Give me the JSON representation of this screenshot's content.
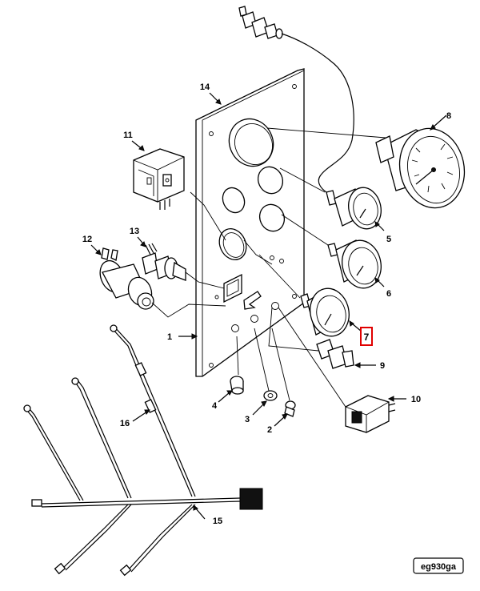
{
  "diagram": {
    "figure_id": "eg930ga",
    "highlight_color": "#e00000",
    "callouts": [
      {
        "number": "1",
        "part": "instrument-panel-assembly"
      },
      {
        "number": "2",
        "part": "screw"
      },
      {
        "number": "3",
        "part": "washer"
      },
      {
        "number": "4",
        "part": "standoff"
      },
      {
        "number": "5",
        "part": "small-gauge"
      },
      {
        "number": "6",
        "part": "medium-gauge"
      },
      {
        "number": "7",
        "part": "gauge",
        "highlighted": true
      },
      {
        "number": "8",
        "part": "large-gauge-with-sender"
      },
      {
        "number": "9",
        "part": "sender-fitting"
      },
      {
        "number": "10",
        "part": "hour-meter"
      },
      {
        "number": "11",
        "part": "relay"
      },
      {
        "number": "12",
        "part": "ignition-switch"
      },
      {
        "number": "13",
        "part": "toggle-switch"
      },
      {
        "number": "14",
        "part": "panel"
      },
      {
        "number": "15",
        "part": "wiring-harness"
      },
      {
        "number": "16",
        "part": "harness-lead"
      }
    ]
  }
}
